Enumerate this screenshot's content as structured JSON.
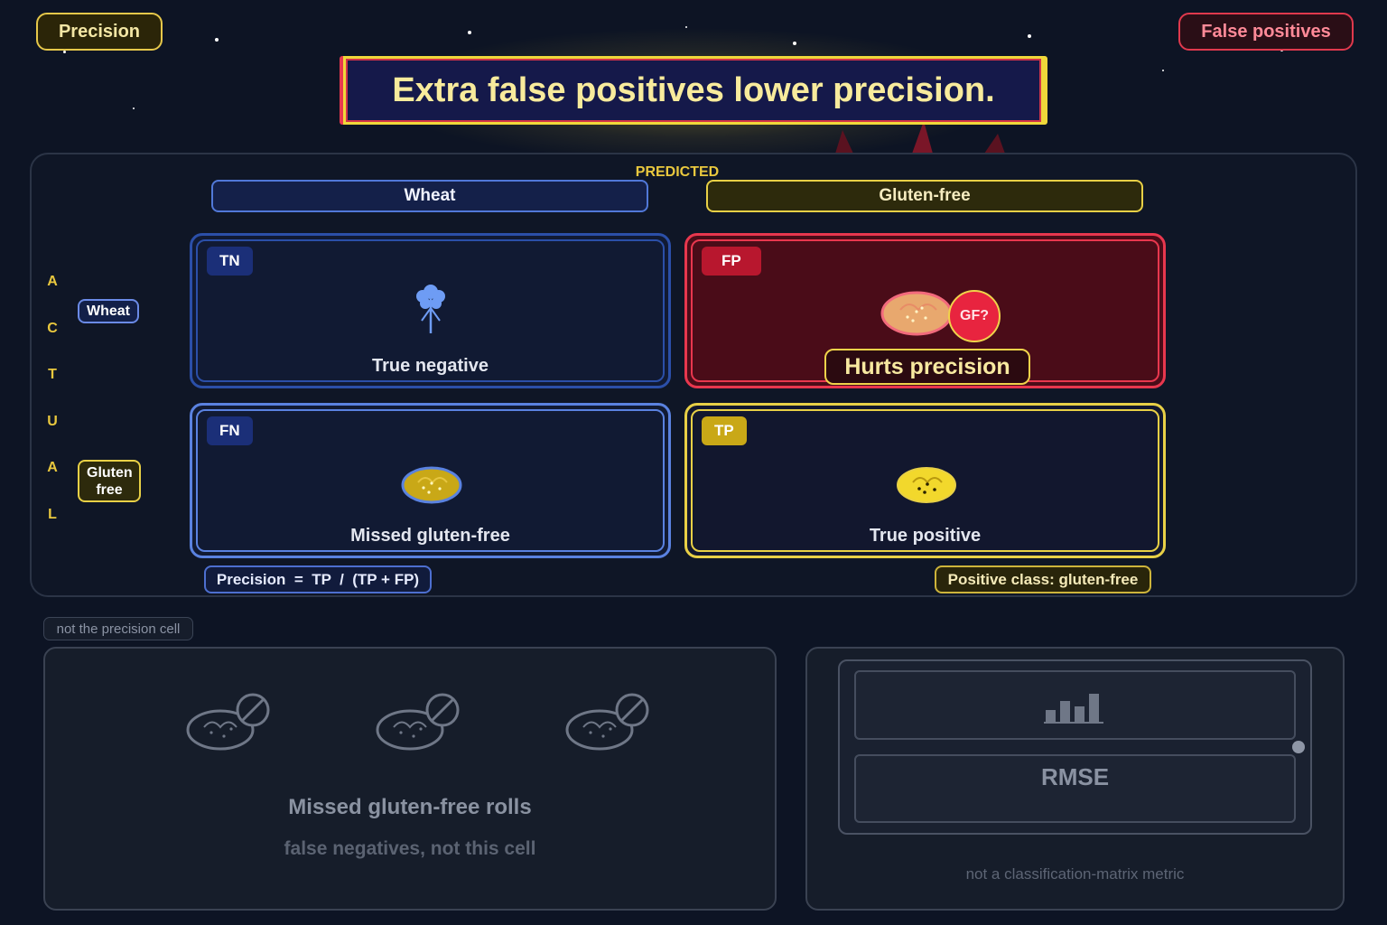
{
  "badges": {
    "precision": "Precision",
    "false_positives": "False positives"
  },
  "title": "Extra false positives lower precision.",
  "matrix": {
    "predicted_label": "PREDICTED",
    "actual_letters": [
      "A",
      "C",
      "T",
      "U",
      "A",
      "L"
    ],
    "columns": [
      "Wheat",
      "Gluten-free"
    ],
    "rows": [
      "Wheat",
      "Gluten free"
    ],
    "cells": {
      "tn": {
        "badge": "TN",
        "caption": "True negative"
      },
      "fp": {
        "badge": "FP",
        "caption": "Hurts precision",
        "marker": "GF?"
      },
      "fn": {
        "badge": "FN",
        "caption": "Missed gluten-free"
      },
      "tp": {
        "badge": "TP",
        "caption": "True positive"
      }
    },
    "formula": "Precision  =  TP  /  (TP + FP)",
    "positive_class": "Positive class: gluten-free"
  },
  "distractors": {
    "note_tag": "not the precision cell",
    "left_title": "Missed gluten-free rolls",
    "left_subtitle": "false negatives, not this cell",
    "rmse": "RMSE",
    "right_note": "not a classification-matrix metric"
  },
  "colors": {
    "accent_gold": "#f0d83a",
    "accent_red": "#e8374e",
    "wheat_blue": "#5178d8",
    "background": "#0d1424"
  },
  "icons": [
    "wheat-icon",
    "roll-icon",
    "gf-question-icon",
    "crossed-roll-icon",
    "bar-chart-icon"
  ]
}
